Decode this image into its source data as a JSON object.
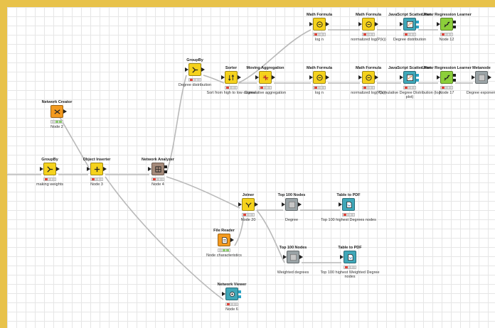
{
  "colors": {
    "frame": "#e8c24a",
    "manipulator": "#f5d21c",
    "source": "#f39a1f",
    "visualizer": "#3fa7b8",
    "learner": "#8ccf3a",
    "other": "#a58a7a",
    "predictor": "#9aa3a6",
    "status_red": "#e0443a",
    "status_green": "#8acb6c",
    "status_idle": "#d0d0d0"
  },
  "nodes": [
    {
      "id": "network-creator",
      "title": "Network Creator",
      "label": "Node 2",
      "type": "source",
      "icon": "network-icon",
      "status": "green",
      "ports": "out"
    },
    {
      "id": "groupby-1",
      "title": "GroupBy",
      "label": "making weights",
      "type": "manipulator",
      "icon": "groupby-icon",
      "status": "red",
      "ports": "both"
    },
    {
      "id": "object-inserter",
      "title": "Object Inserter",
      "label": "Node 3",
      "type": "manipulator",
      "icon": "insert-icon",
      "status": "red",
      "ports": "both"
    },
    {
      "id": "network-analyzer",
      "title": "Network Analyzer",
      "label": "Node 4",
      "type": "other",
      "icon": "analyzer-icon",
      "status": "red",
      "ports": "multi"
    },
    {
      "id": "groupby-2",
      "title": "GroupBy",
      "label": "Degree distribution",
      "type": "manipulator",
      "icon": "groupby-icon",
      "status": "red",
      "ports": "both"
    },
    {
      "id": "sorter",
      "title": "Sorter",
      "label": "Sort from high to low degree",
      "type": "manipulator",
      "icon": "sort-icon",
      "status": "red",
      "ports": "both"
    },
    {
      "id": "moving-aggregation",
      "title": "Moving Aggregation",
      "label": "Cumulative aggregation",
      "type": "manipulator",
      "icon": "aggregation-icon",
      "status": "red",
      "ports": "both"
    },
    {
      "id": "math-formula-1",
      "title": "Math Formula",
      "label": "log n",
      "type": "manipulator",
      "icon": "formula-icon",
      "status": "red",
      "ports": "both"
    },
    {
      "id": "math-formula-2",
      "title": "Math Formula",
      "label": "normalized log(P(k))",
      "type": "manipulator",
      "icon": "formula-icon",
      "status": "red",
      "ports": "both"
    },
    {
      "id": "scatter-plot-1",
      "title": "JavaScript Scatter Plot",
      "label": "Cumulative Degree Distribution (log plot)",
      "type": "visualizer",
      "icon": "scatter-icon",
      "status": "red",
      "ports": "viz"
    },
    {
      "id": "lr-learner-1",
      "title": "Linear Regression Learner",
      "label": "Node 17",
      "type": "learner",
      "icon": "regression-icon",
      "status": "red",
      "ports": "multi"
    },
    {
      "id": "metanode",
      "title": "Metanode",
      "label": "Degree exponent",
      "type": "predictor",
      "icon": "metanode-icon",
      "status": "none",
      "ports": "both"
    },
    {
      "id": "math-formula-3",
      "title": "Math Formula",
      "label": "log n",
      "type": "manipulator",
      "icon": "formula-icon",
      "status": "red",
      "ports": "both"
    },
    {
      "id": "math-formula-4",
      "title": "Math Formula",
      "label": "normalized log(P(k))",
      "type": "manipulator",
      "icon": "formula-icon",
      "status": "red",
      "ports": "both"
    },
    {
      "id": "scatter-plot-2",
      "title": "JavaScript Scatter Plot",
      "label": "Degree distribution",
      "type": "visualizer",
      "icon": "scatter-icon",
      "status": "red",
      "ports": "viz"
    },
    {
      "id": "lr-learner-2",
      "title": "Linear Regression Learner",
      "label": "Node 12",
      "type": "learner",
      "icon": "regression-icon",
      "status": "red",
      "ports": "multi"
    },
    {
      "id": "joiner",
      "title": "Joiner",
      "label": "Node 20",
      "type": "manipulator",
      "icon": "join-icon",
      "status": "red",
      "ports": "both"
    },
    {
      "id": "file-reader",
      "title": "File Reader",
      "label": "Node characteristics",
      "type": "source",
      "icon": "file-icon",
      "status": "green",
      "ports": "out"
    },
    {
      "id": "top-nodes-1",
      "title": "Top 100 Nodes",
      "label": "Degree",
      "type": "predictor",
      "icon": "metanode-icon",
      "status": "none",
      "ports": "both"
    },
    {
      "id": "table-pdf-1",
      "title": "Table to PDF",
      "label": "Top 100 highest Degrees nodes",
      "type": "visualizer",
      "icon": "pdf-icon",
      "status": "red",
      "ports": "in"
    },
    {
      "id": "top-nodes-2",
      "title": "Top 100 Nodes",
      "label": "Weighted degrees",
      "type": "predictor",
      "icon": "metanode-icon",
      "status": "none",
      "ports": "both"
    },
    {
      "id": "table-pdf-2",
      "title": "Table to PDF",
      "label": "Top 100 highest Weighted Degree nodes",
      "type": "visualizer",
      "icon": "pdf-icon",
      "status": "red",
      "ports": "in"
    },
    {
      "id": "network-viewer",
      "title": "Network Viewer",
      "label": "Node 6",
      "type": "visualizer",
      "icon": "viewer-icon",
      "status": "red",
      "ports": "viz"
    }
  ]
}
